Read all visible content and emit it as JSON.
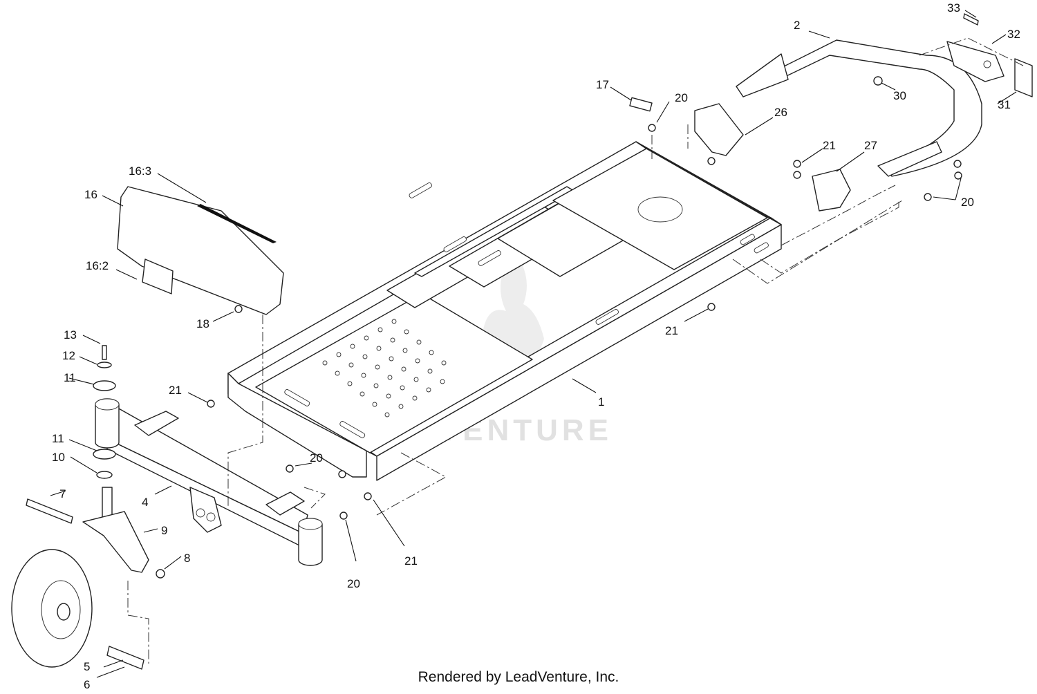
{
  "diagram": {
    "callouts": {
      "c1": "1",
      "c2": "2",
      "c4": "4",
      "c5": "5",
      "c6": "6",
      "c7": "7",
      "c8": "8",
      "c9": "9",
      "c10": "10",
      "c11a": "11",
      "c11b": "11",
      "c12": "12",
      "c13": "13",
      "c16": "16",
      "c16_2": "16:2",
      "c16_3": "16:3",
      "c17": "17",
      "c18": "18",
      "c20a": "20",
      "c20b": "20",
      "c20c": "20",
      "c20d": "20",
      "c21a": "21",
      "c21b": "21",
      "c21c": "21",
      "c21d": "21",
      "c26": "26",
      "c27": "27",
      "c30": "30",
      "c31": "31",
      "c32": "32",
      "c33": "33"
    },
    "watermark": "LEADVENTURE",
    "footer": "Rendered by LeadVenture, Inc."
  }
}
